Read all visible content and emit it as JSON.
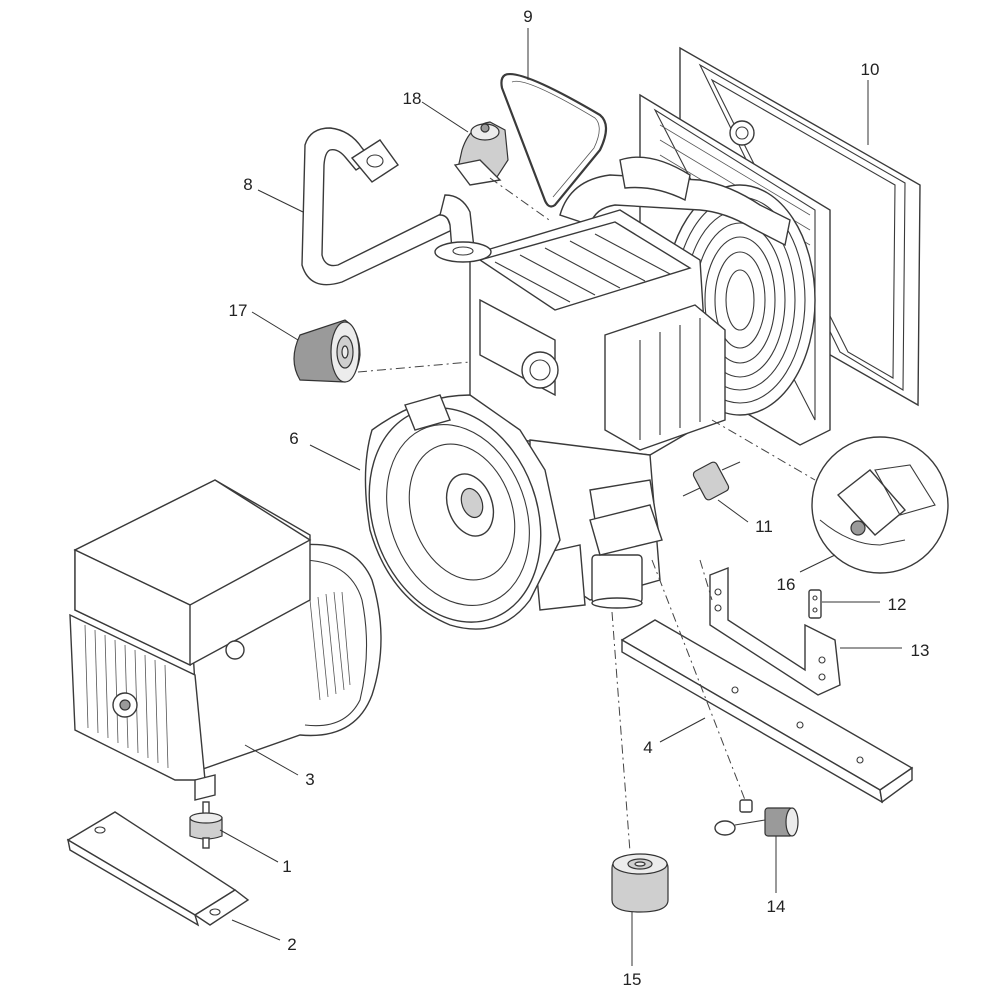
{
  "diagram": {
    "callouts": [
      {
        "id": "c1",
        "label": "1"
      },
      {
        "id": "c2",
        "label": "2"
      },
      {
        "id": "c3",
        "label": "3"
      },
      {
        "id": "c4",
        "label": "4"
      },
      {
        "id": "c6",
        "label": "6"
      },
      {
        "id": "c8",
        "label": "8"
      },
      {
        "id": "c9",
        "label": "9"
      },
      {
        "id": "c10",
        "label": "10"
      },
      {
        "id": "c11",
        "label": "11"
      },
      {
        "id": "c12",
        "label": "12"
      },
      {
        "id": "c13",
        "label": "13"
      },
      {
        "id": "c14",
        "label": "14"
      },
      {
        "id": "c15",
        "label": "15"
      },
      {
        "id": "c16",
        "label": "16"
      },
      {
        "id": "c17",
        "label": "17"
      },
      {
        "id": "c18",
        "label": "18"
      }
    ]
  }
}
